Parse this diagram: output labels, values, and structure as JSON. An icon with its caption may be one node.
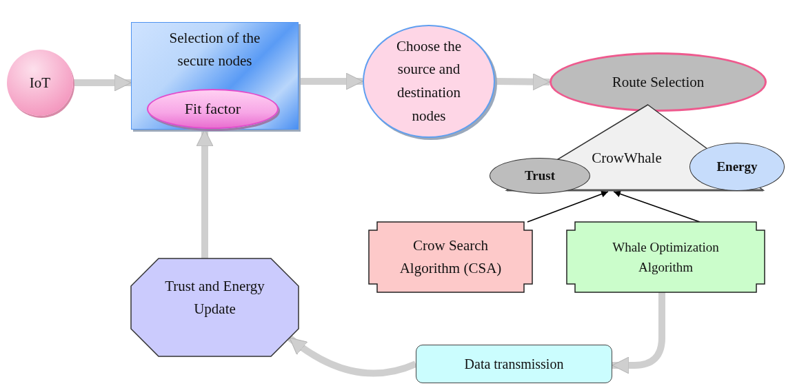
{
  "diagram": {
    "nodes": [
      {
        "text": [
          "IoT"
        ]
      },
      {
        "text": [
          "Selection of the secure nodes"
        ]
      },
      {
        "text": [
          "Fit factor"
        ],
        "in": 1
      },
      {
        "text": [
          "Choose the source and destination nodes"
        ]
      },
      {
        "text": [
          "Route Selection"
        ]
      },
      {
        "text": [
          "CrowWhale"
        ]
      },
      {
        "text": [
          "Trust"
        ]
      },
      {
        "text": [
          "Energy"
        ]
      },
      {
        "text": [
          "Crow Search Algorithm (CSA)"
        ]
      },
      {
        "text": [
          "Whale Optimization Algorithm"
        ]
      },
      {
        "text": [
          "Data transmission"
        ]
      },
      {
        "text": [
          "Trust and Energy Update"
        ]
      }
    ],
    "edges": [
      {
        "from": 0,
        "to": 1,
        "arrow": "to"
      },
      {
        "from": 1,
        "to": 3,
        "arrow": "to"
      },
      {
        "from": 3,
        "to": 4,
        "arrow": "to"
      },
      {
        "from": 8,
        "to": 5,
        "arrow": "to",
        "color": "#000000"
      },
      {
        "from": 9,
        "to": 5,
        "arrow": "to",
        "color": "#000000"
      },
      {
        "from": 9,
        "to": 10,
        "arrow": "to"
      },
      {
        "from": 10,
        "to": 11,
        "arrow": "to"
      },
      {
        "from": 11,
        "to": 1,
        "arrow": "to"
      }
    ]
  }
}
